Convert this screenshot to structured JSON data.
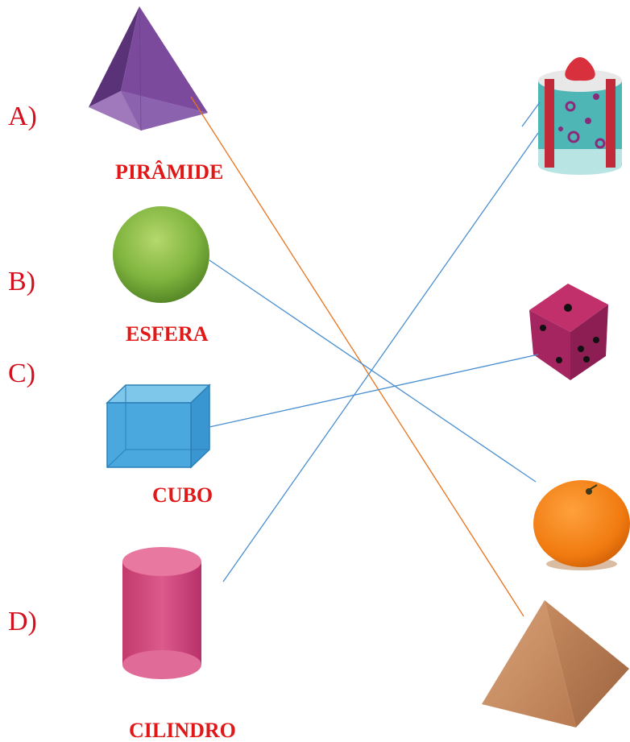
{
  "letters": [
    "A)",
    "B)",
    "C)",
    "D)"
  ],
  "shape_labels": {
    "piramide": "PIRÂMIDE",
    "esfera": "ESFERA",
    "cubo": "CUBO",
    "cilindro": "CILINDRO"
  },
  "colors": {
    "letter": "#d4101e",
    "label": "#e01818",
    "blue_line": "#4a8fd0",
    "orange_line": "#e8731c"
  },
  "matches": [
    {
      "shape": "piramide",
      "object": "stone-pyramid",
      "line_color": "orange"
    },
    {
      "shape": "esfera",
      "object": "orange-fruit",
      "line_color": "blue"
    },
    {
      "shape": "cubo",
      "object": "dice",
      "line_color": "blue"
    },
    {
      "shape": "cilindro",
      "object": "gift-box",
      "line_color": "blue"
    }
  ]
}
